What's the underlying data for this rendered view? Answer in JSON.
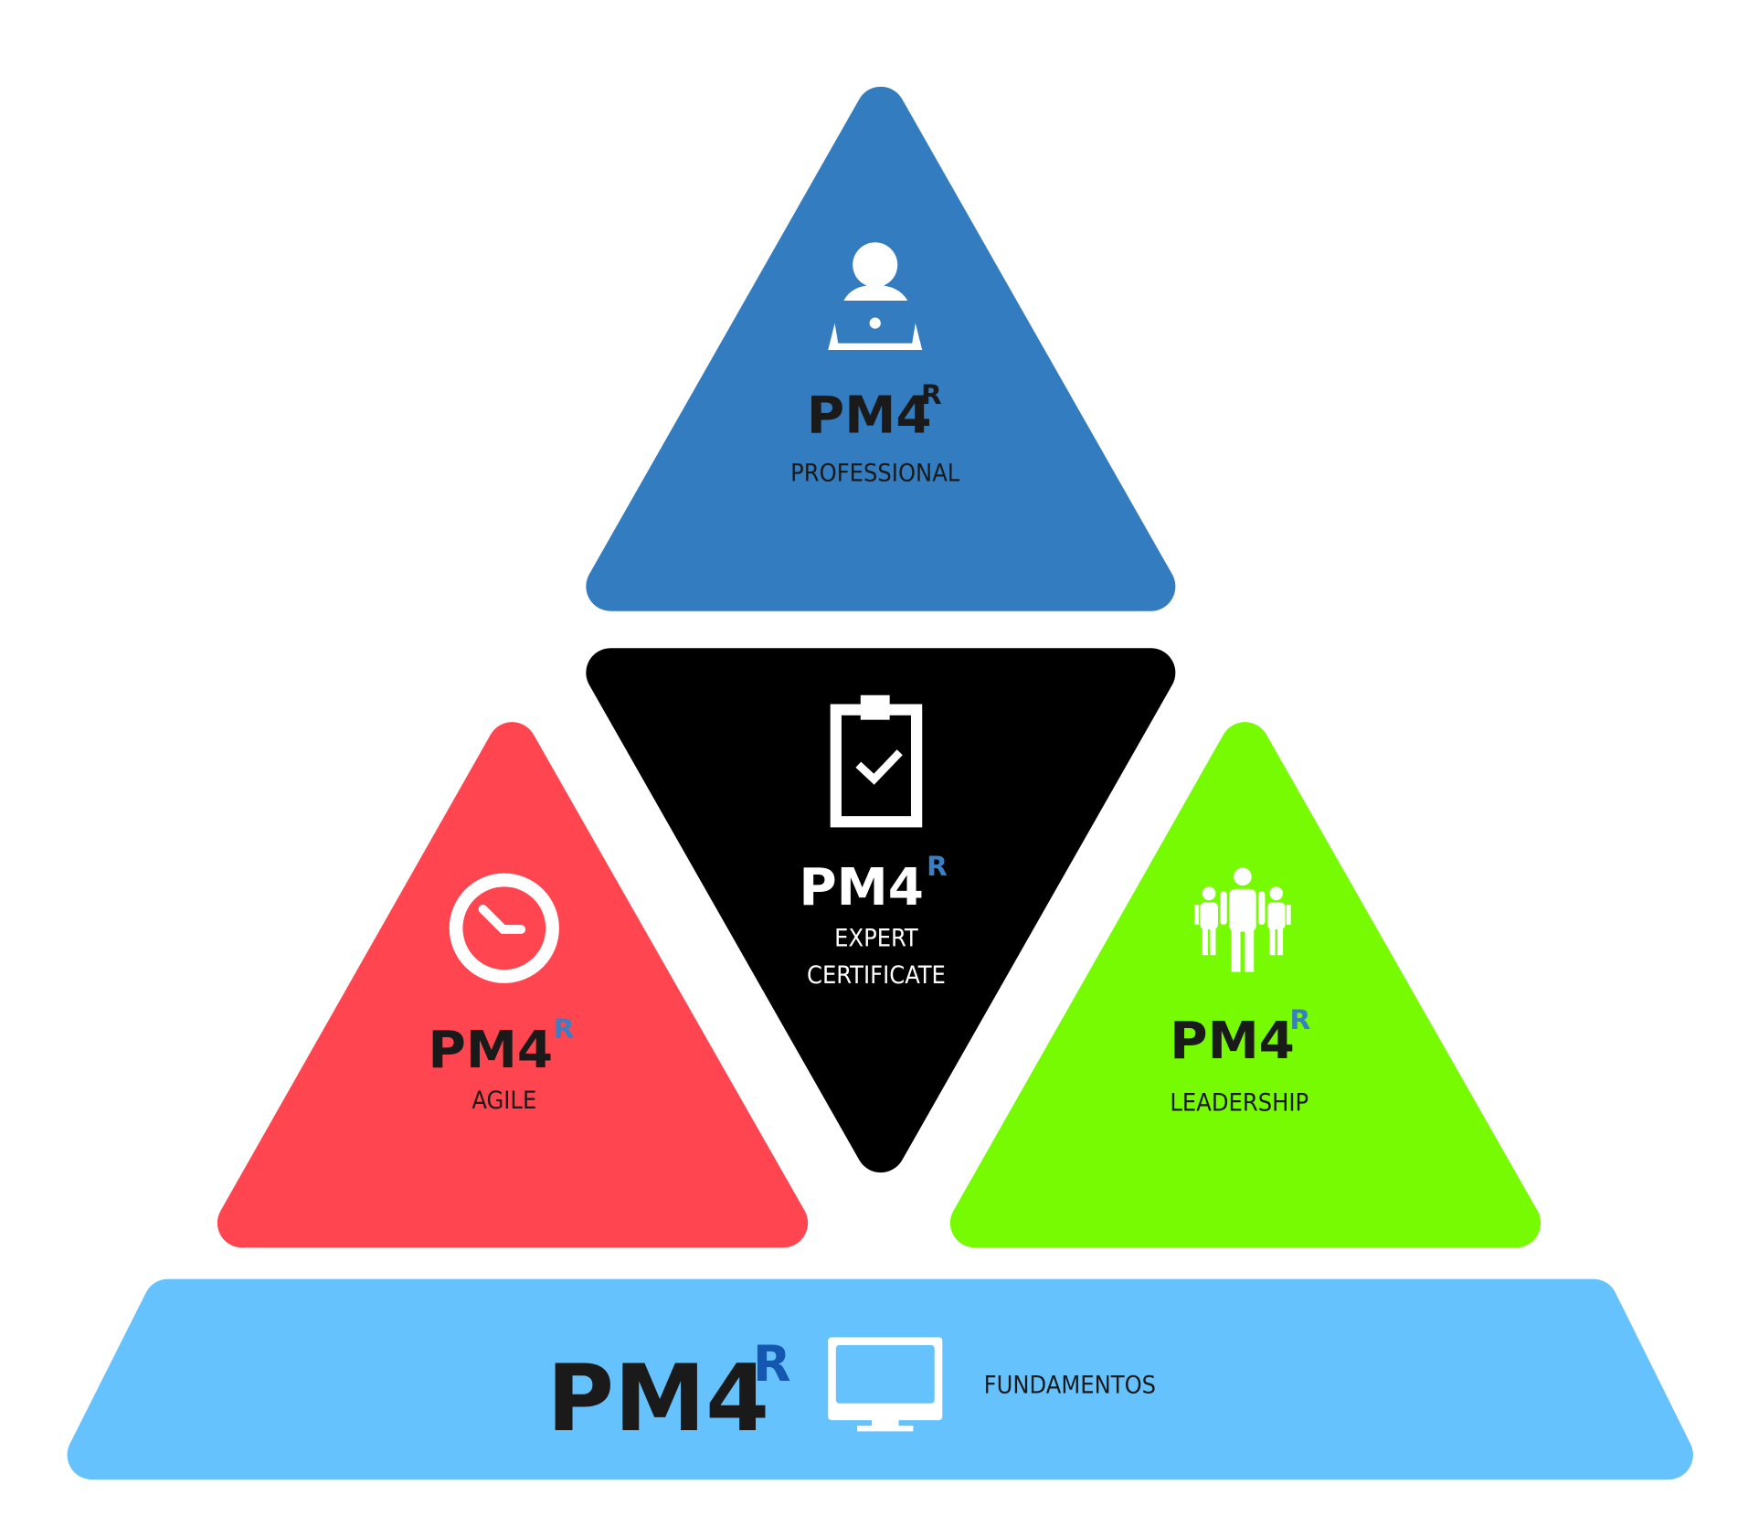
{
  "colors": {
    "professional": "#337cc0",
    "expert": "#000000",
    "agile": "#ff4550",
    "leadership": "#76fb03",
    "fundamentos": "#66c2fd",
    "superscript_blue": "#3a7fc4",
    "superscript_dark_blue": "#1457b0",
    "text_dark": "#1a1a1a"
  },
  "tiers": {
    "professional": {
      "brand": "PM4",
      "sup": "R",
      "label": "PROFESSIONAL",
      "icon": "person-laptop-icon"
    },
    "expert": {
      "brand": "PM4",
      "sup": "R",
      "label_line1": "EXPERT",
      "label_line2": "CERTIFICATE",
      "icon": "clipboard-check-icon"
    },
    "agile": {
      "brand": "PM4",
      "sup": "R",
      "label": "AGILE",
      "icon": "clock-icon"
    },
    "leadership": {
      "brand": "PM4",
      "sup": "R",
      "label": "LEADERSHIP",
      "icon": "team-icon"
    },
    "fundamentos": {
      "brand": "PM4",
      "sup": "R",
      "label": "FUNDAMENTOS",
      "icon": "monitor-icon"
    }
  }
}
